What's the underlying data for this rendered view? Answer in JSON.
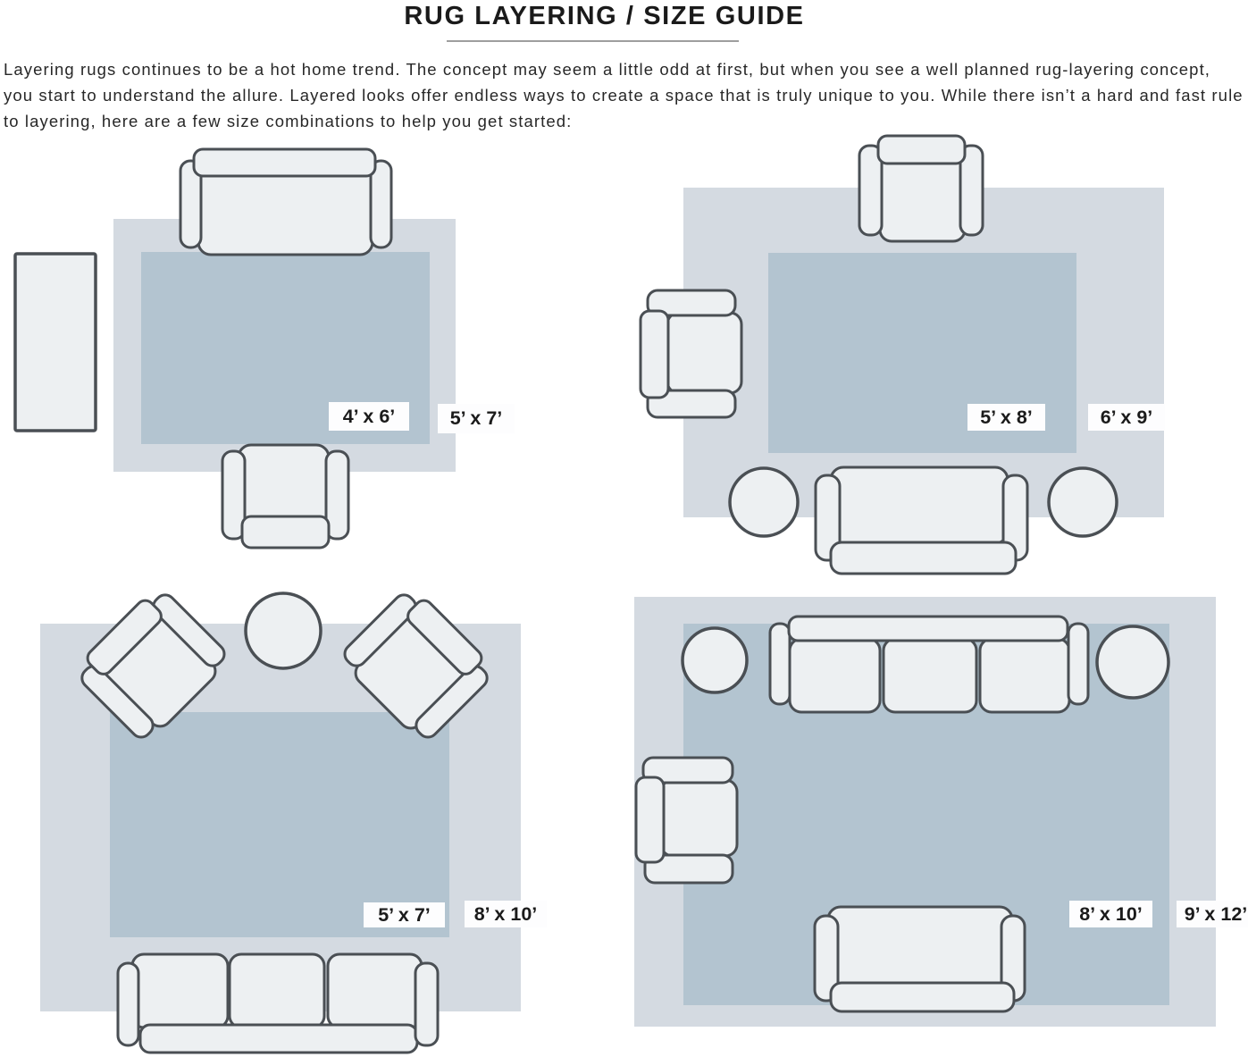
{
  "title": "RUG LAYERING / SIZE GUIDE",
  "intro": {
    "lines": [
      "Layering rugs continues to be a hot home trend. The concept may seem a little odd at first, but when you see a well planned rug-layering concept,",
      "you start to understand the allure. Layered looks offer endless ways to create a space that is truly unique to you. While there isn’t a hard and fast rule",
      "to layering, here are a few size combinations to help you get started:"
    ]
  },
  "diagrams": [
    {
      "position": "top-left",
      "inner_rug_size": "4’ x 6’",
      "outer_rug_size": "5’ x 7’",
      "furniture": [
        "sofa",
        "armchair",
        "side-table"
      ]
    },
    {
      "position": "top-right",
      "inner_rug_size": "5’ x 8’",
      "outer_rug_size": "6’ x 9’",
      "furniture": [
        "armchair",
        "armchair",
        "sofa",
        "round-table",
        "round-table"
      ]
    },
    {
      "position": "bottom-left",
      "inner_rug_size": "5’ x 7’",
      "outer_rug_size": "8’ x 10’",
      "furniture": [
        "armchair",
        "armchair",
        "round-table",
        "three-seat-sofa"
      ]
    },
    {
      "position": "bottom-right",
      "inner_rug_size": "8’ x 10’",
      "outer_rug_size": "9’ x 12’",
      "furniture": [
        "three-seat-sofa",
        "round-table",
        "round-table",
        "armchair",
        "sofa"
      ]
    }
  ],
  "colors": {
    "rug_outer": "#d4dae1",
    "rug_inner": "#b3c4d0",
    "furniture_fill": "#edf0f2",
    "furniture_outline": "#4a4f54",
    "label_background": "#fdfdfe",
    "label_text": "#1b1b1b"
  }
}
